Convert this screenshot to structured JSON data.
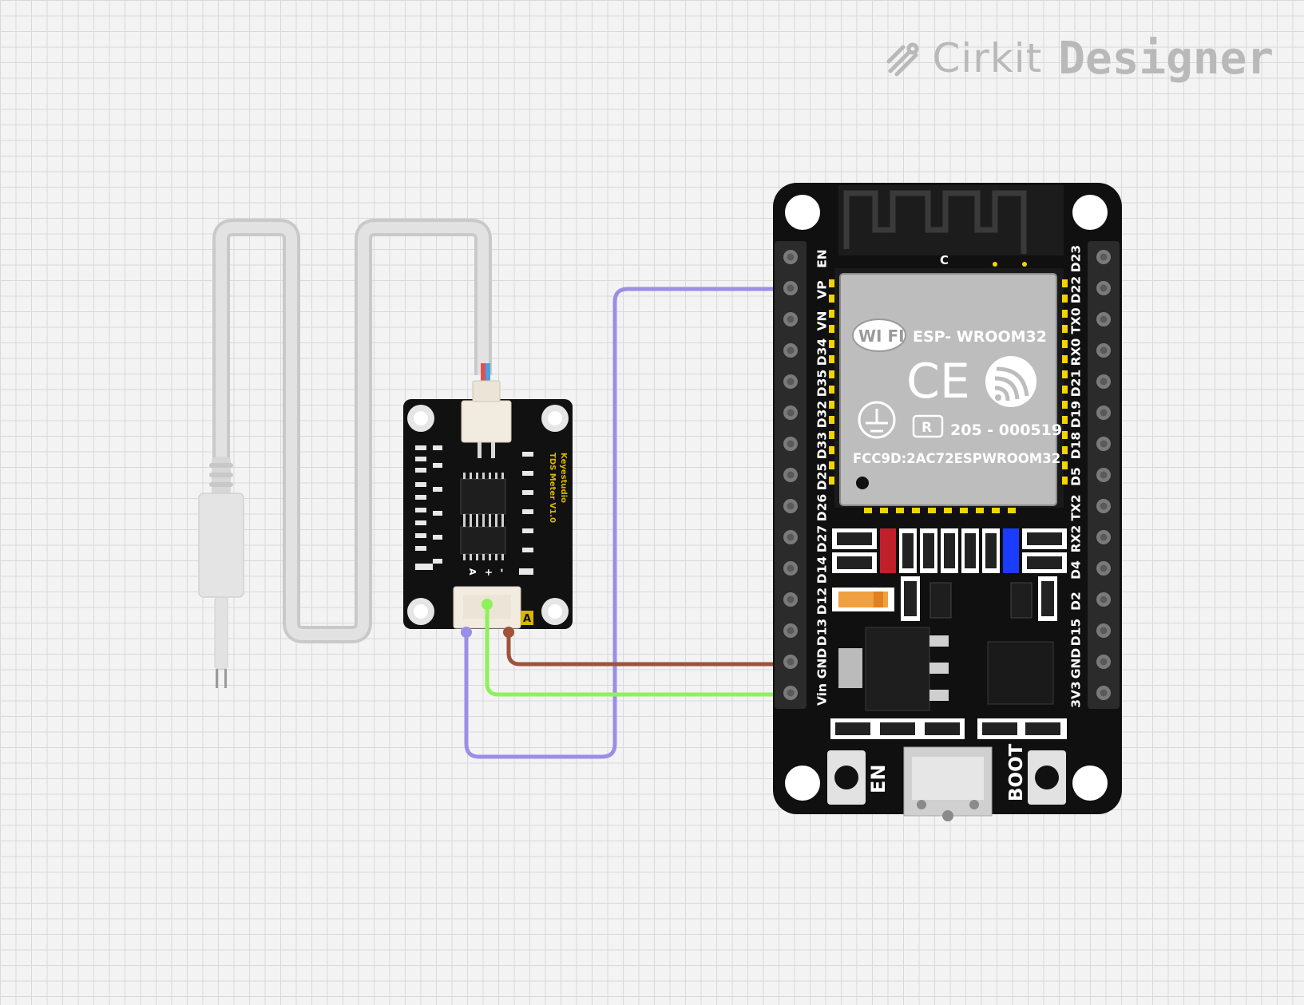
{
  "brand": {
    "name_part1": "Cirkit",
    "name_part2": "Designer",
    "icon": "cirkit-logo-icon"
  },
  "components": {
    "tds_probe": {
      "part": "TDS probe cable"
    },
    "tds_module": {
      "line1": "Keyestudio",
      "line2": "TDS Meter V1.0",
      "pin_a": "A",
      "pin_plus": "+",
      "pin_minus": "-",
      "corner_label": "A"
    },
    "esp32": {
      "antenna_mark": "C",
      "module_name": "ESP- WROOM32",
      "wifi_logo": "WI FI",
      "ce_mark": "CE",
      "r_mark": "R",
      "cert_code": "205 - 000519",
      "fcc_id": "FCC9D:2AC72ESPWROOM32",
      "left_pins": [
        "EN",
        "VP",
        "VN",
        "D34",
        "D35",
        "D32",
        "D33",
        "D25",
        "D26",
        "D27",
        "D14",
        "D12",
        "D13",
        "GND",
        "Vin"
      ],
      "right_pins": [
        "D23",
        "D22",
        "TX0",
        "RX0",
        "D21",
        "D19",
        "D18",
        "D5",
        "TX2",
        "RX2",
        "D4",
        "D2",
        "D15",
        "GND",
        "3V3"
      ],
      "btn_en": "EN",
      "btn_boot": "BOOT"
    }
  },
  "wires": [
    {
      "name": "signal",
      "from": "TDS A",
      "to": "VP",
      "color": "#9b8ee6"
    },
    {
      "name": "power",
      "from": "TDS +",
      "to": "Vin",
      "color": "#8ef15a"
    },
    {
      "name": "ground",
      "from": "TDS -",
      "to": "GND",
      "color": "#a0523a"
    }
  ]
}
